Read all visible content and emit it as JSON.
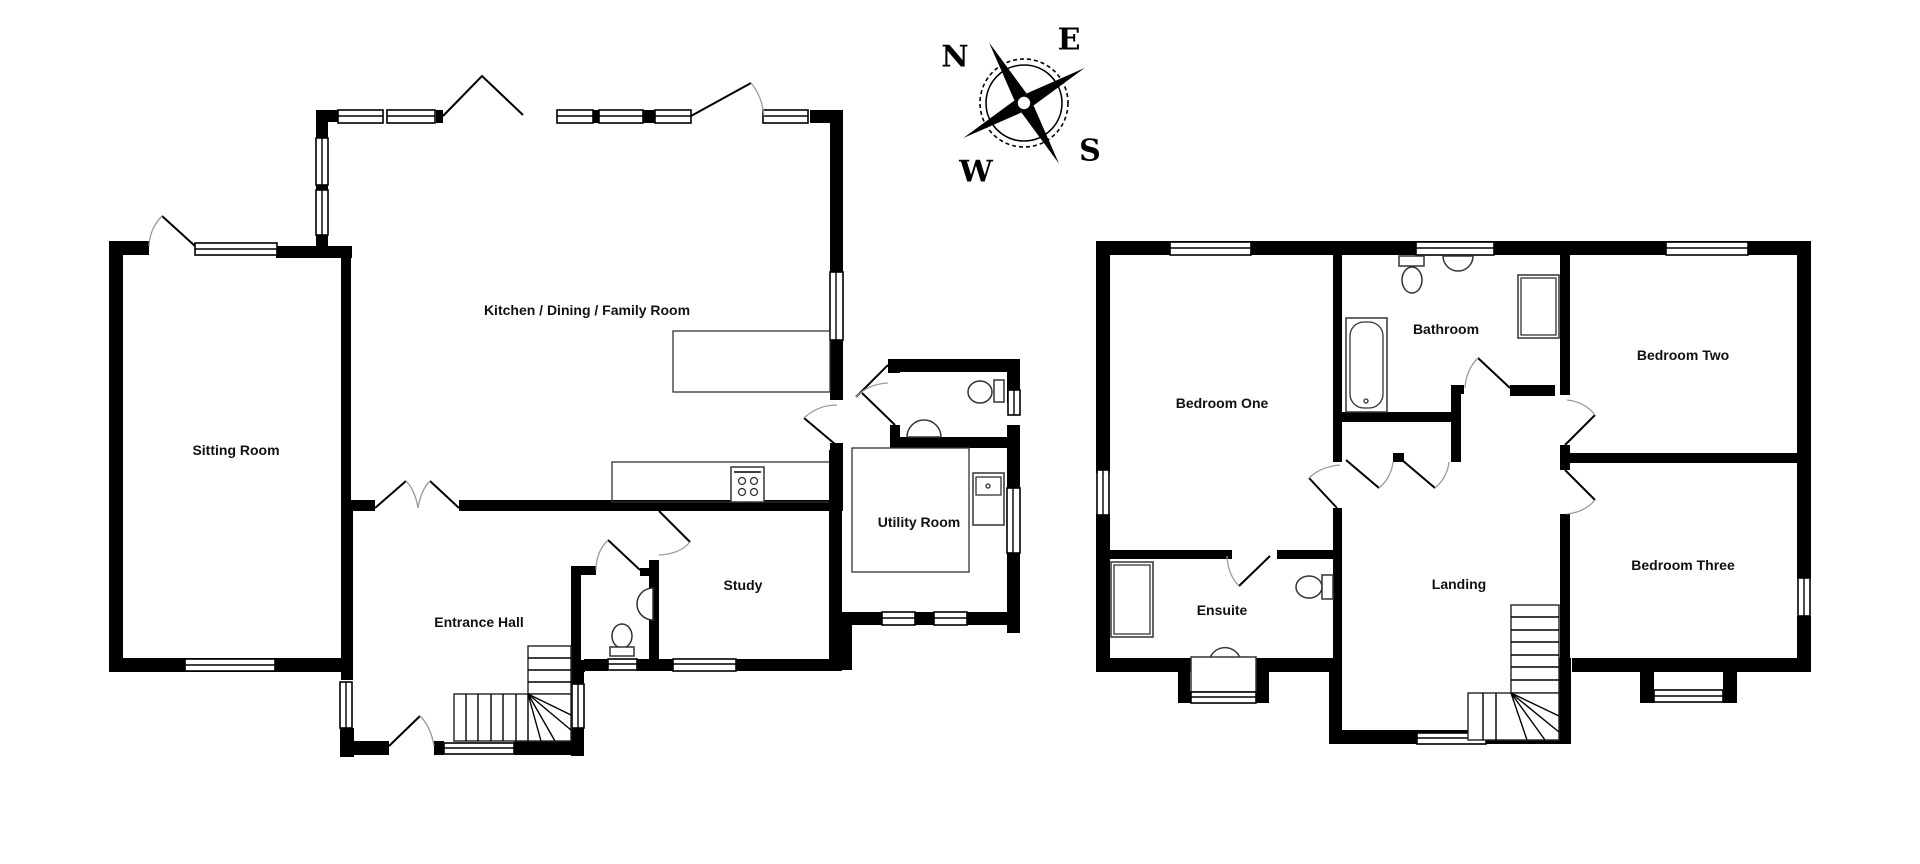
{
  "floorplan": {
    "ground_floor": {
      "rooms": [
        {
          "id": "kitchen",
          "label": "Kitchen / Dining / Family Room"
        },
        {
          "id": "sitting",
          "label": "Sitting Room"
        },
        {
          "id": "entrance",
          "label": "Entrance Hall"
        },
        {
          "id": "study",
          "label": "Study"
        },
        {
          "id": "utility",
          "label": "Utility Room"
        }
      ]
    },
    "first_floor": {
      "rooms": [
        {
          "id": "bed1",
          "label": "Bedroom One"
        },
        {
          "id": "bath",
          "label": "Bathroom"
        },
        {
          "id": "bed2",
          "label": "Bedroom Two"
        },
        {
          "id": "bed3",
          "label": "Bedroom Three"
        },
        {
          "id": "ensuite",
          "label": "Ensuite"
        },
        {
          "id": "landing",
          "label": "Landing"
        }
      ]
    },
    "compass": {
      "north": "N",
      "east": "E",
      "south": "S",
      "west": "W"
    },
    "colors": {
      "wall": "#000000",
      "background": "#ffffff",
      "door_arc": "#9a9a9a"
    }
  }
}
